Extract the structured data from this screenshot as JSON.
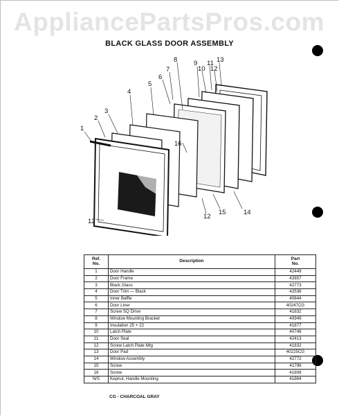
{
  "watermark": "AppliancePartsPros.com",
  "title": "BLACK GLASS DOOR ASSEMBLY",
  "callouts": {
    "c1": "1",
    "c2": "2",
    "c3": "3",
    "c4": "4",
    "c5": "5",
    "c6": "6",
    "c7": "7",
    "c8": "8",
    "c9": "9",
    "c10": "10",
    "c11": "11",
    "c12a": "12",
    "c13": "13",
    "c14": "14",
    "c15": "15",
    "c16": "16",
    "c12b": "12",
    "c12c": "12"
  },
  "table": {
    "headers": {
      "ref": "Ref.\nNo.",
      "description": "Description",
      "part": "Part\nNo."
    },
    "rows": [
      {
        "ref": "1",
        "description": "Door Handle",
        "part": "42449"
      },
      {
        "ref": "2",
        "description": "Door Frame",
        "part": "42857"
      },
      {
        "ref": "3",
        "description": "Black Glass",
        "part": "42773"
      },
      {
        "ref": "4",
        "description": "Door Trim — Black",
        "part": "42536"
      },
      {
        "ref": "5",
        "description": "Inner Baffle",
        "part": "40844"
      },
      {
        "ref": "6",
        "description": "Door Liner",
        "part": "40247CG"
      },
      {
        "ref": "7",
        "description": "Screw SQ Drive",
        "part": "41832"
      },
      {
        "ref": "8",
        "description": "Window Mounting Bracket",
        "part": "40949"
      },
      {
        "ref": "9",
        "description": "Insulation 25 + 22",
        "part": "41877"
      },
      {
        "ref": "10",
        "description": "Latch Plate",
        "part": "40748"
      },
      {
        "ref": "11",
        "description": "Door Seal",
        "part": "42413"
      },
      {
        "ref": "12",
        "description": "Screw Latch Plate Mtg",
        "part": "41832"
      },
      {
        "ref": "13",
        "description": "Door Pad",
        "part": "40225CG"
      },
      {
        "ref": "14",
        "description": "Window Assembly",
        "part": "42772"
      },
      {
        "ref": "15",
        "description": "Screw",
        "part": "41798"
      },
      {
        "ref": "16",
        "description": "Screw",
        "part": "41808"
      },
      {
        "ref": "N/S",
        "description": "Kepnut, Handle Mounting",
        "part": "41864"
      }
    ]
  },
  "footnote": "CG - CHARCOAL GRAY"
}
